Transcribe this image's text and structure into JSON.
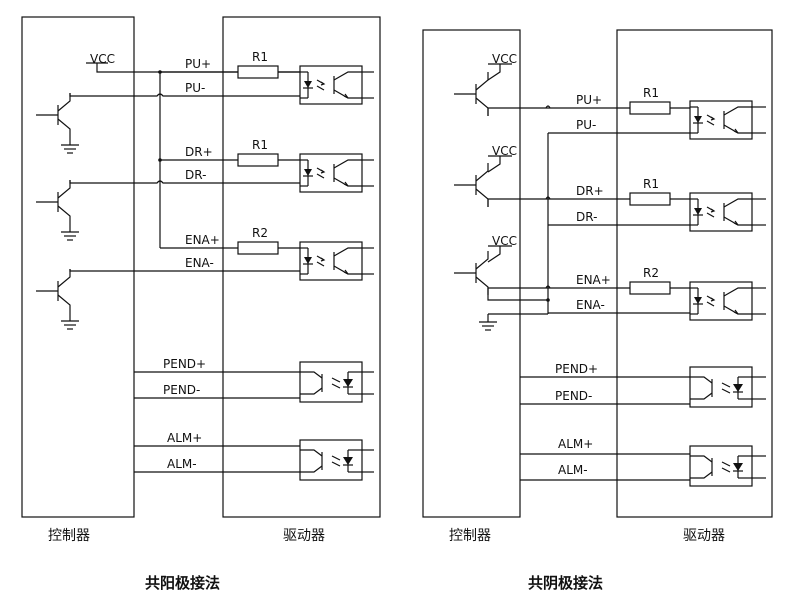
{
  "left": {
    "title": "共阳极接法",
    "controller_label": "控制器",
    "driver_label": "驱动器",
    "vcc": "VCC",
    "signals": [
      "PU+",
      "PU-",
      "DR+",
      "DR-",
      "ENA+",
      "ENA-",
      "PEND+",
      "PEND-",
      "ALM+",
      "ALM-"
    ],
    "resistors": [
      "R1",
      "R1",
      "R2"
    ]
  },
  "right": {
    "title": "共阴极接法",
    "controller_label": "控制器",
    "driver_label": "驱动器",
    "vcc": [
      "VCC",
      "VCC",
      "VCC"
    ],
    "signals": [
      "PU+",
      "PU-",
      "DR+",
      "DR-",
      "ENA+",
      "ENA-",
      "PEND+",
      "PEND-",
      "ALM+",
      "ALM-"
    ],
    "resistors": [
      "R1",
      "R1",
      "R2"
    ]
  }
}
